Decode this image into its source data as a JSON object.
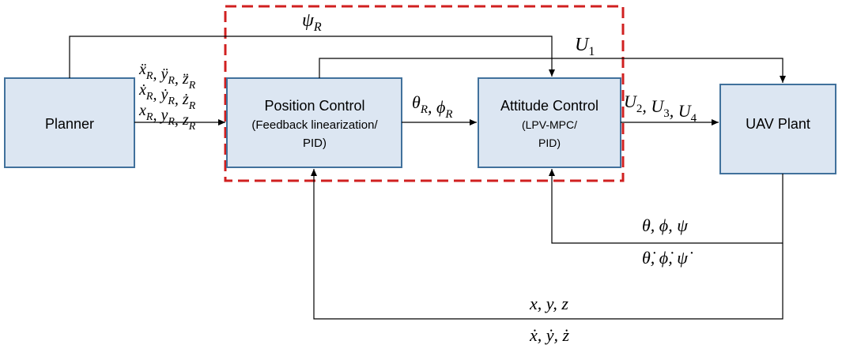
{
  "blocks": {
    "planner": {
      "title": "Planner"
    },
    "position_control": {
      "title": "Position Control",
      "line2": "(Feedback linearization/",
      "line3": "PID)"
    },
    "attitude_control": {
      "title": "Attitude Control",
      "line2": "(LPV-MPC/",
      "line3": "PID)"
    },
    "uav_plant": {
      "title": "UAV Plant"
    }
  },
  "signals": {
    "psi_ref": {
      "main": "ψ",
      "sub": "R"
    },
    "u1": {
      "main": "U",
      "sub": "1"
    },
    "planner_out": {
      "line1": "ẍ_R, ÿ_R, z̈_R",
      "line2": "ẋ_R, ẏ_R, ż_R",
      "line3": "x_R, y_R, z_R"
    },
    "attitude_ref": "θ_R, ϕ_R",
    "u234": "U_2, U_3, U_4",
    "attitude_fb": {
      "line1": "θ, ϕ, ψ",
      "line2": "θ̇, ϕ̇, ψ̇"
    },
    "position_fb": {
      "line1": "x, y, z",
      "line2": "ẋ, ẏ, ż"
    }
  },
  "colors": {
    "block_fill": "#dce6f2",
    "block_stroke": "#41719c",
    "dashed_box": "#d02020",
    "line": "#000000"
  }
}
